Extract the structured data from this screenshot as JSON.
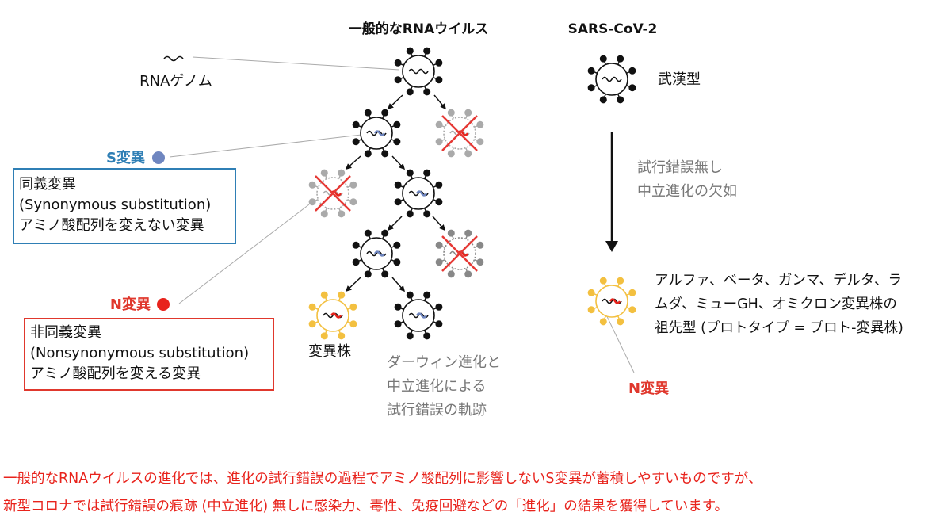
{
  "diagram": {
    "title_left": "一般的なRNAウイルス",
    "title_right": "SARS-CoV-2",
    "genome_label": "RNAゲノム",
    "s_mutation_label": "S変異",
    "n_mutation_label": "N変異",
    "variant_label": "変異株",
    "wuhan_label": "武漢型",
    "arrow_note_lines": [
      "試行錯誤無し",
      "中立進化の欠如"
    ],
    "darwin_note_lines": [
      "ダーウィン進化と",
      "中立進化による",
      "試行錯誤の軌跡"
    ],
    "ancestor_lines": [
      "アルファ、ベータ、ガンマ、デルタ、ラ",
      "ムダ、ミューGH、オミクロン変異株の",
      "祖先型 (プロトタイプ = プロト-変異株)"
    ],
    "n_mutation_right": "N変異",
    "s_box_lines": [
      "同義変異",
      "(Synonymous substitution)",
      "アミノ酸配列を変えない変異"
    ],
    "n_box_lines": [
      "非同義変異",
      "(Nonsynonymous substitution)",
      "アミノ酸配列を変える変異"
    ]
  },
  "caption": {
    "line1": "一般的なRNAウイルスの進化では、進化の試行錯誤の過程でアミノ酸配列に影響しないS変異が蓄積しやすいものですが、",
    "line2": "新型コロナでは試行錯誤の痕跡 (中立進化) 無しに感染力、毒性、免疫回避などの「進化」の結果を獲得しています。"
  },
  "colors": {
    "s_blue": "#2f7fb5",
    "n_red": "#e0382d",
    "s_dot": "#6f86c0",
    "n_dot": "#e8231c",
    "variant_yellow": "#f3c040",
    "gray_text": "#888888",
    "caption_red": "#e8231c"
  }
}
